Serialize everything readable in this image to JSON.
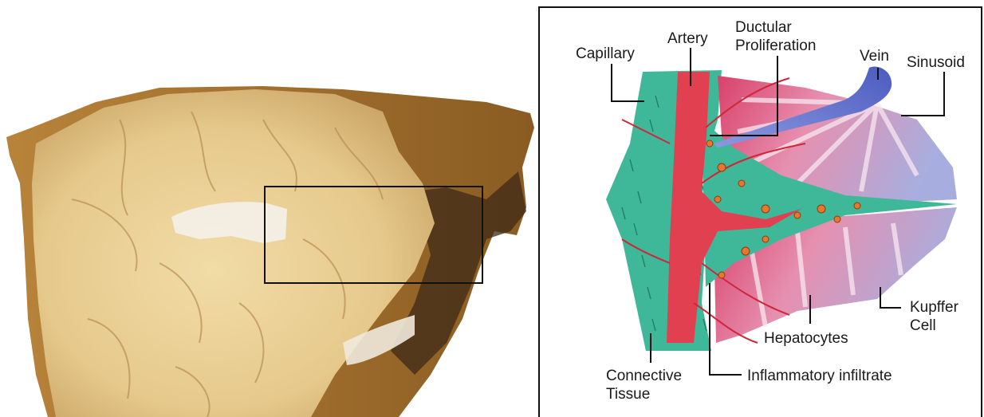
{
  "figure": {
    "left_panel": {
      "alt": "gross specimen photograph of liver cut surface with highlighted region"
    },
    "right_panel": {
      "labels": {
        "capillary": "Capillary",
        "artery": "Artery",
        "ductular_1": "Ductular",
        "ductular_2": "Proliferation",
        "vein": "Vein",
        "sinusoid": "Sinusoid",
        "kupffer_1": "Kupffer",
        "kupffer_2": "Cell",
        "hepatocytes": "Hepatocytes",
        "connective_1": "Connective",
        "connective_2": "Tissue",
        "inflammatory": "Inflammatory infiltrate"
      }
    }
  },
  "colors": {
    "connective": "#3fb89a",
    "artery": "#e0404f",
    "hepatocyte_pink": "#e87d98",
    "hepatocyte_blue": "#9fa6d8",
    "vein": "#5a6bc8",
    "tissue": "#e6c98c"
  }
}
